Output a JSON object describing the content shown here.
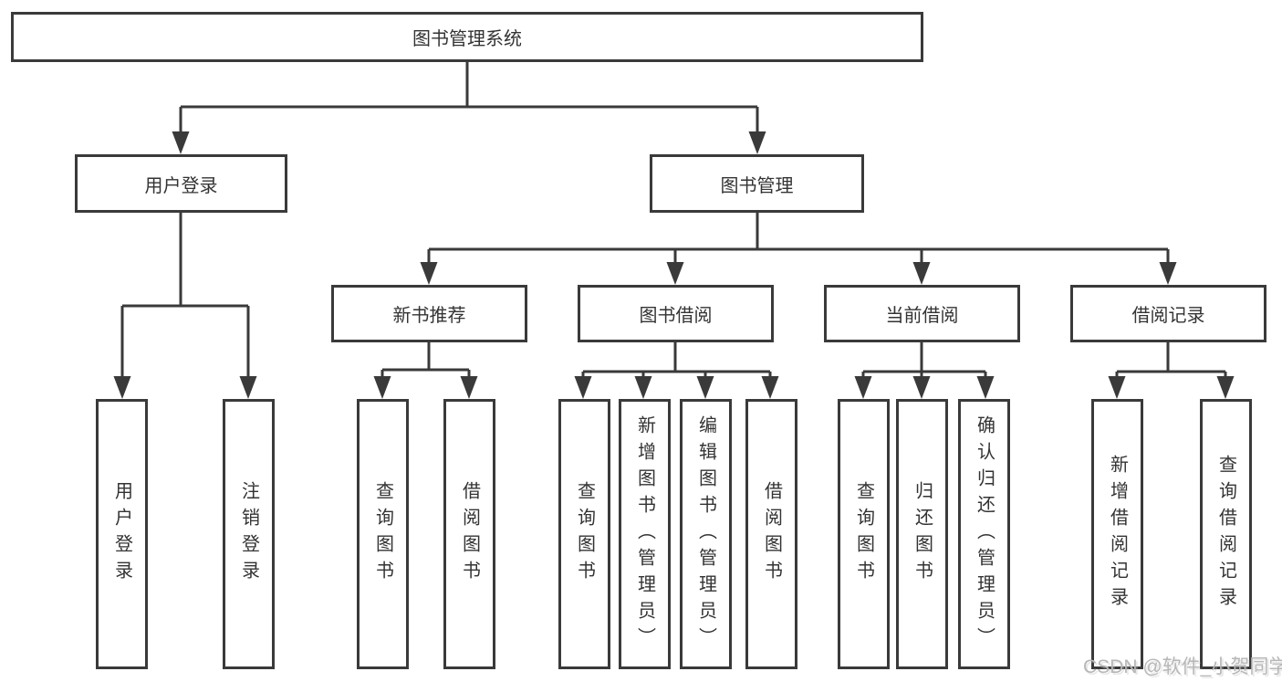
{
  "tree": {
    "root": {
      "label": "图书管理系统"
    },
    "branches": [
      {
        "label": "用户登录",
        "leaves": [
          {
            "label": "用户登录"
          },
          {
            "label": "注销登录"
          }
        ]
      },
      {
        "label": "图书管理",
        "groups": [
          {
            "label": "新书推荐",
            "leaves": [
              {
                "label": "查询图书"
              },
              {
                "label": "借阅图书"
              }
            ]
          },
          {
            "label": "图书借阅",
            "leaves": [
              {
                "label": "查询图书"
              },
              {
                "label": "新增图书（管理员）"
              },
              {
                "label": "编辑图书（管理员）"
              },
              {
                "label": "借阅图书"
              }
            ]
          },
          {
            "label": "当前借阅",
            "leaves": [
              {
                "label": "查询图书"
              },
              {
                "label": "归还图书"
              },
              {
                "label": "确认归还（管理员）"
              }
            ]
          },
          {
            "label": "借阅记录",
            "leaves": [
              {
                "label": "新增借阅记录"
              },
              {
                "label": "查询借阅记录"
              }
            ]
          }
        ]
      }
    ]
  },
  "watermark": {
    "text": "CSDN @软件_小贺同学"
  },
  "colors": {
    "line": "#3a3a3a",
    "text": "#333333",
    "watermark": "#b7b7b7",
    "background": "#ffffff"
  }
}
